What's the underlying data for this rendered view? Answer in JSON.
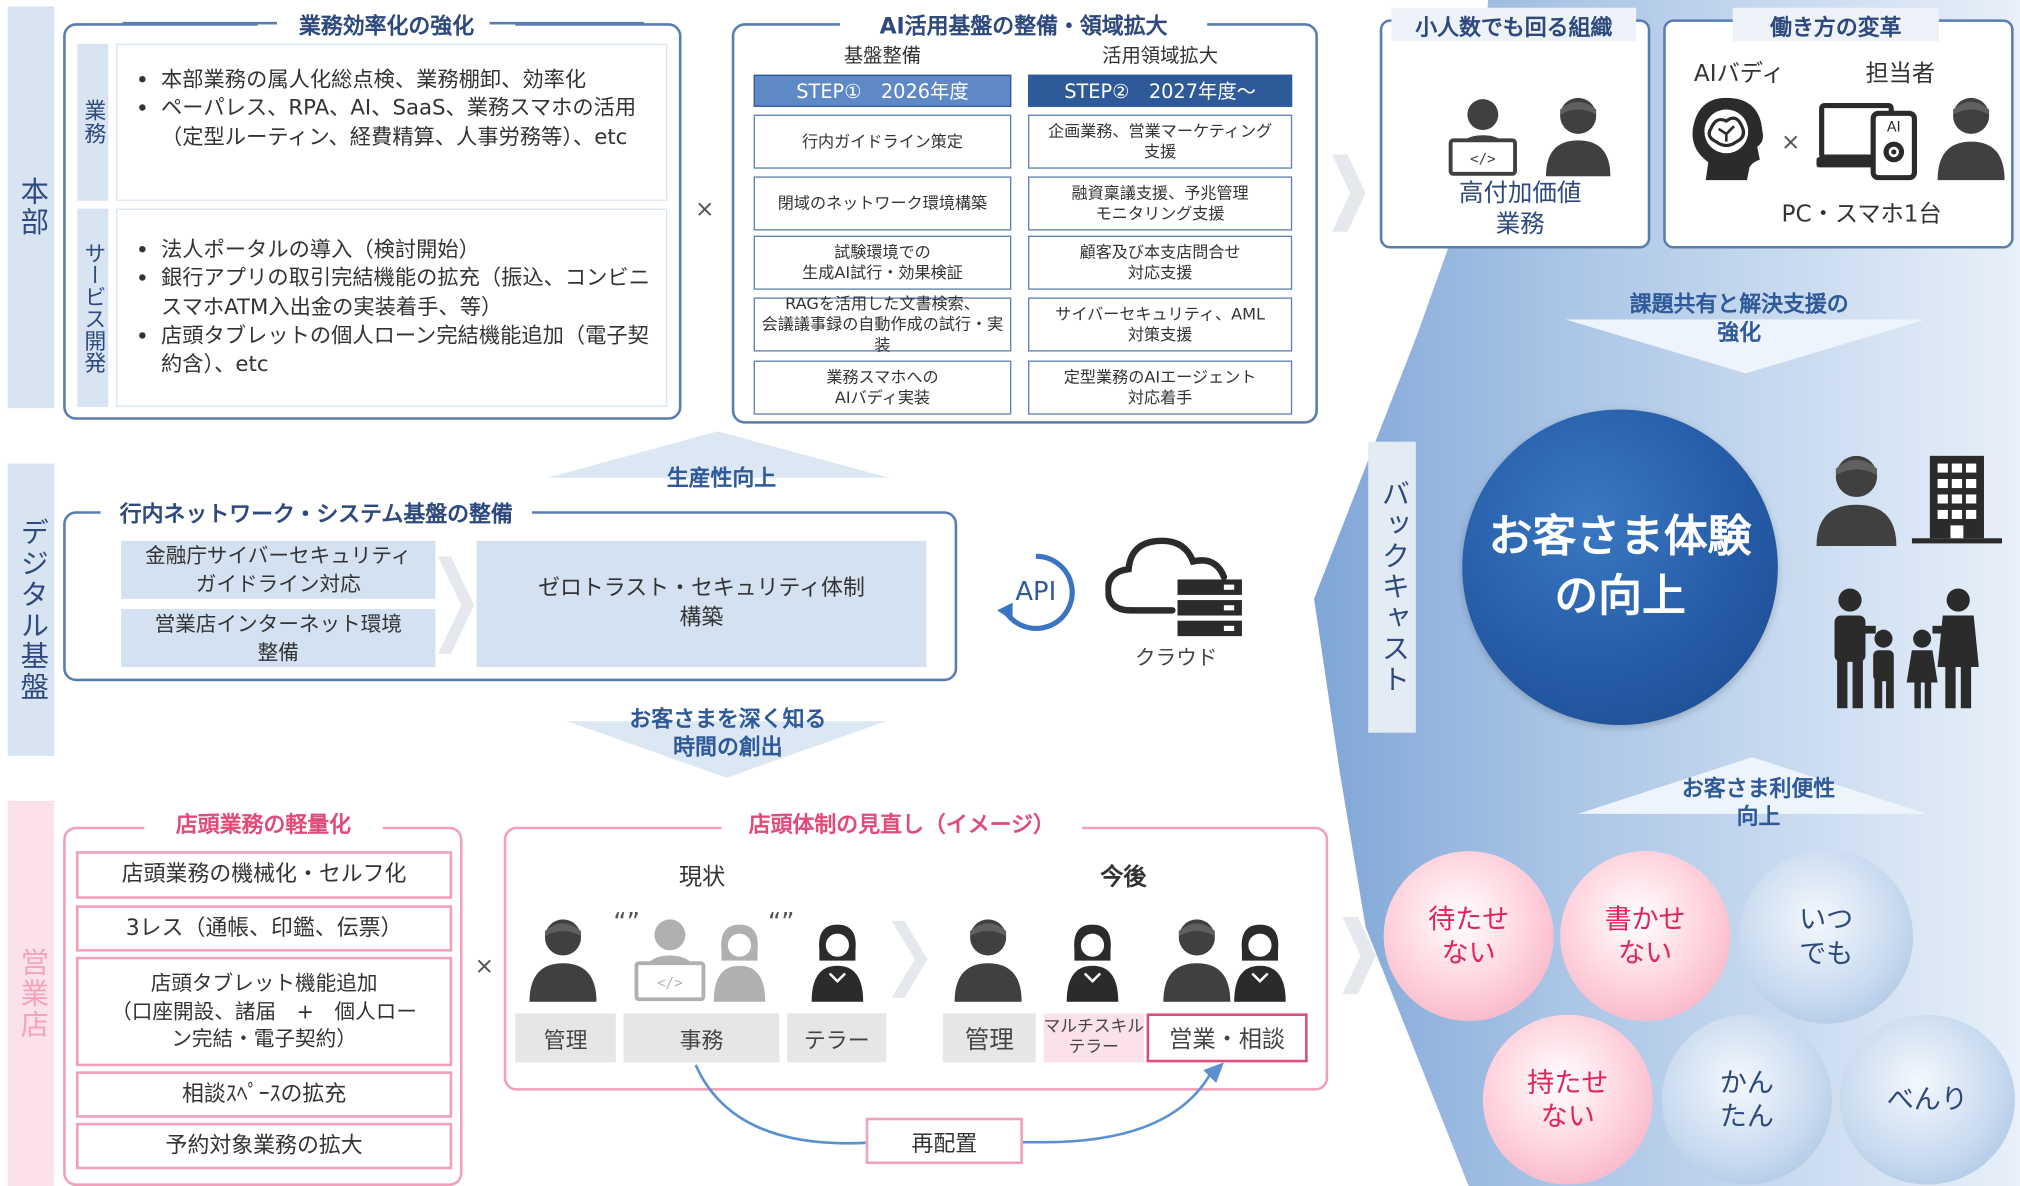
{
  "side_labels": {
    "honbu": "本部",
    "digital": "デジタル基盤",
    "store": "営業店"
  },
  "gyomu_panel": {
    "title": "業務効率化の強化",
    "gyomu_label": "業務",
    "gyomu_items": [
      "本部業務の属人化総点検、業務棚卸、効率化",
      "ペーパレス、RPA、AI、SaaS、業務スマホの活用（定型ルーティン、経費精算、人事労務等）、etc"
    ],
    "service_label": "サービス開発",
    "service_items": [
      "法人ポータルの導入（検討開始）",
      "銀行アプリの取引完結機能の拡充（振込、コンビニスマホATM入出金の実装着手、等）",
      "店頭タブレットの個人ローン完結機能追加（電子契約含）、etc"
    ]
  },
  "times_symbol": "×",
  "ai_panel": {
    "title": "AI活用基盤の整備・領域拡大",
    "col1_header": "基盤整備",
    "col2_header": "活用領域拡大",
    "step1": "STEP①　2026年度",
    "step2": "STEP②　2027年度～",
    "col1": [
      "行内ガイドライン策定",
      "閉域のネットワーク環境構築",
      "試験環境での\n生成AI試行・効果検証",
      "RAGを活用した文書検索、\n会議議事録の自動作成の試行・実装",
      "業務スマホへの\nAIバディ実装"
    ],
    "col2": [
      "企画業務、営業マーケティング\n支援",
      "融資稟議支援、予兆管理\nモニタリング支援",
      "顧客及び本支店問合せ\n対応支援",
      "サイバーセキュリティ、AML\n対策支援",
      "定型業務のAIエージェント\n対応着手"
    ]
  },
  "small_org": {
    "title": "小人数でも回る組織",
    "caption": "高付加価値\n業務"
  },
  "work_style": {
    "title": "働き方の変革",
    "ai_buddy": "AIバディ",
    "tanto": "担当者",
    "device": "PC・スマホ1台",
    "ai_tag": "AI"
  },
  "issue_share": "課題共有と解決支援の\n強化",
  "backcast": "バックキャスト",
  "productivity": "生産性向上",
  "network_panel": {
    "title": "行内ネットワーク・システム基盤の整備",
    "item1": "金融庁サイバーセキュリティ\nガイドライン対応",
    "item2": "営業店インターネット環境\n整備",
    "zero": "ゼロトラスト・セキュリティ体制\n構築"
  },
  "api_label": "API",
  "cloud_label": "クラウド",
  "customer_time": "お客さまを深く知る\n時間の創出",
  "center_circle": "お客さま体験\nの向上",
  "convenience": "お客さま利便性\n向上",
  "store_light": {
    "title": "店頭業務の軽量化",
    "items": [
      "店頭業務の機械化・セルフ化",
      "3レス（通帳、印鑑、伝票）",
      "店頭タブレット機能追加\n（口座開設、諸届　+　個人ロー\nン完結・電子契約）",
      "相談ｽﾍﾟｰｽの拡充",
      "予約対象業務の拡大"
    ]
  },
  "store_system": {
    "title": "店頭体制の見直し（イメージ）",
    "current": "現状",
    "future": "今後",
    "current_roles": [
      "管理",
      "事務",
      "テラー"
    ],
    "future_roles": [
      "管理",
      "マルチスキル\nテラー",
      "営業・相談"
    ],
    "quote_mark": "“”",
    "reassign": "再配置"
  },
  "bubbles": [
    "待たせ\nない",
    "書かせ\nない",
    "いつ\nでも",
    "持たせ\nない",
    "かん\nたん",
    "べんり"
  ],
  "colors": {
    "navy": "#2e4a7d",
    "accent_blue": "#2e5a99",
    "pink": "#e04b7a",
    "light_blue": "#d4e1f1"
  }
}
